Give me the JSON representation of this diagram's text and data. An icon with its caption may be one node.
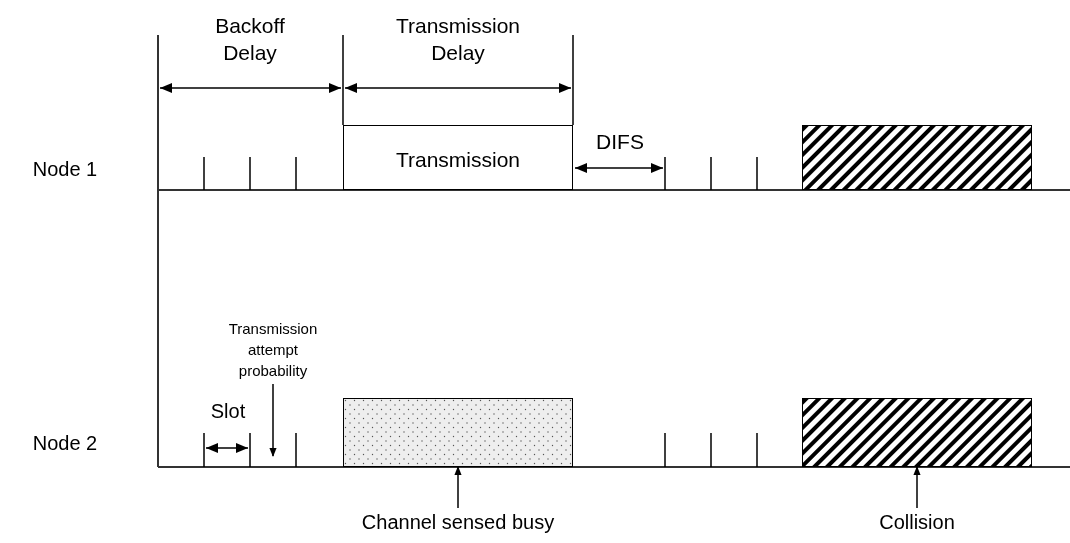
{
  "diagram": {
    "nodes": [
      {
        "text": [
          "Transmission"
        ]
      },
      {
        "text": [],
        "shape": "box"
      },
      {
        "text": [],
        "shape": "box"
      },
      {
        "text": [],
        "shape": "box"
      },
      {
        "text": [
          "Channel sensed busy"
        ]
      },
      {
        "text": [
          "Collision"
        ]
      },
      {
        "text": [
          "Transmission attempt probability"
        ]
      }
    ],
    "edges": [
      {
        "from": 4,
        "to": 2,
        "arrow": "to"
      },
      {
        "from": 5,
        "to": 3,
        "arrow": "to"
      },
      {
        "from": 6,
        "to": null,
        "arrow": "to"
      }
    ],
    "labels": [
      "Backoff Delay",
      "Transmission Delay",
      "DIFS",
      "Node 1",
      "Slot",
      "Node 2"
    ]
  }
}
